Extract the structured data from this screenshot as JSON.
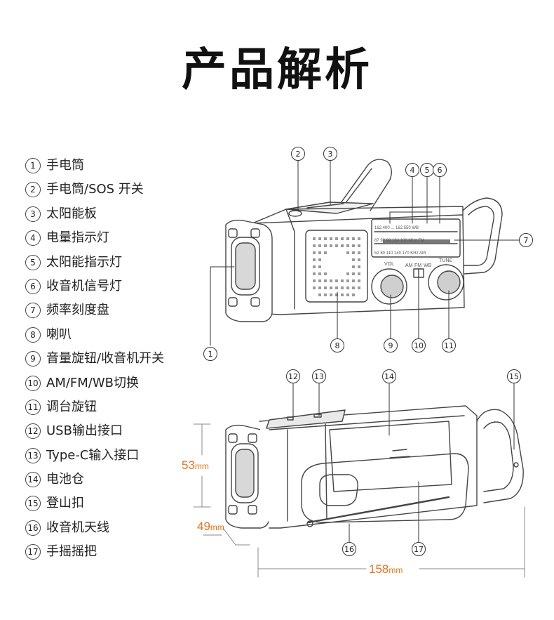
{
  "title": "产品解析",
  "parts": [
    {
      "num": "1",
      "label": "手电筒"
    },
    {
      "num": "2",
      "label": "手电筒/SOS 开关"
    },
    {
      "num": "3",
      "label": "太阳能板"
    },
    {
      "num": "4",
      "label": "电量指示灯"
    },
    {
      "num": "5",
      "label": "太阳能指示灯"
    },
    {
      "num": "6",
      "label": "收音机信号灯"
    },
    {
      "num": "7",
      "label": "频率刻度盘"
    },
    {
      "num": "8",
      "label": "喇叭"
    },
    {
      "num": "9",
      "label": "音量旋钮/收音机开关"
    },
    {
      "num": "10",
      "label": "AM/FM/WB切换"
    },
    {
      "num": "11",
      "label": "调台旋钮"
    },
    {
      "num": "12",
      "label": "USB输出接口"
    },
    {
      "num": "13",
      "label": "Type-C输入接口"
    },
    {
      "num": "14",
      "label": "电池仓"
    },
    {
      "num": "15",
      "label": "登山扣"
    },
    {
      "num": "16",
      "label": "收音机天线"
    },
    {
      "num": "17",
      "label": "手摇摇把"
    }
  ],
  "dimensions": {
    "height": {
      "value": "53",
      "unit": "mm"
    },
    "depth": {
      "value": "49",
      "unit": "mm"
    },
    "length": {
      "value": "158",
      "unit": "mm"
    }
  },
  "panel": {
    "vol": "VOL",
    "tune": "TUNE",
    "band_am": "AM",
    "band_fm": "FM",
    "band_wb": "WB",
    "wb_row": "162.400 ... 162.550 WB",
    "fm_row": "87 92 98 104 108 MHz FM",
    "am_row": "52 80 110 140 170 KHz AM"
  },
  "colors": {
    "accent": "#e8731f",
    "line": "#444444"
  }
}
